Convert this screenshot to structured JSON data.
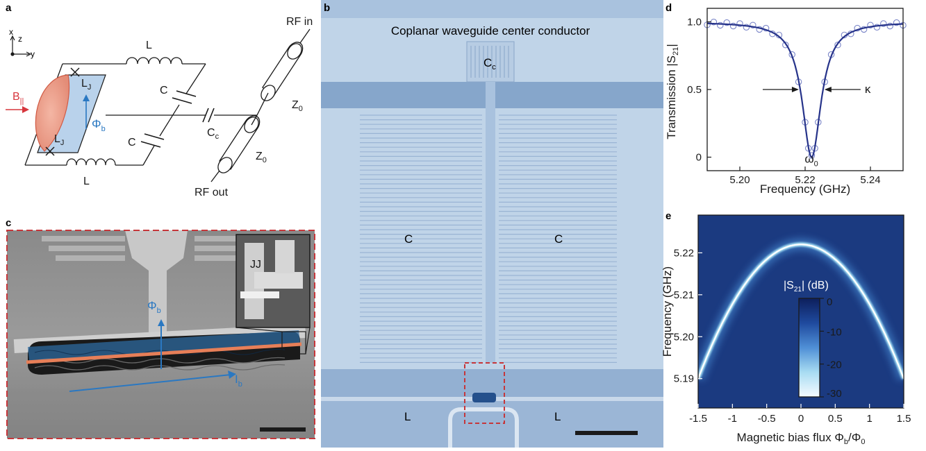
{
  "panels": {
    "a": {
      "label": "a",
      "axes": {
        "x": "x",
        "z": "z",
        "y": "y"
      },
      "B_field": "B",
      "B_sub": "||",
      "Lj_top": "L",
      "Lj_bottom": "L",
      "Lj_sub": "J",
      "flux": "Φ",
      "flux_sub": "b",
      "L_top": "L",
      "L_bottom": "L",
      "C_top": "C",
      "C_bottom": "C",
      "Cc": "C",
      "Cc_sub": "c",
      "Z0_top": "Z",
      "Z0_bottom": "Z",
      "Z0_sub": "0",
      "rf_in": "RF in",
      "rf_out": "RF out"
    },
    "b": {
      "label": "b",
      "title": "Coplanar waveguide center conductor",
      "Cc": "C",
      "Cc_sub": "c",
      "C_left": "C",
      "C_right": "C",
      "L_left": "L",
      "L_right": "L"
    },
    "c": {
      "label": "c",
      "jj": "JJ",
      "flux": "Φ",
      "flux_sub": "b",
      "current": "I",
      "current_sub": "b"
    },
    "d": {
      "label": "d"
    },
    "e": {
      "label": "e"
    }
  },
  "colors": {
    "blue_label": "#2a78c2",
    "red_field": "#d7363d",
    "fit_line": "#26338a",
    "data_marker": "#7b86c8",
    "heatmap_bg": "#1b3a80",
    "chip_blue": "#a9c2de",
    "chip_dark": "#7d9ec6"
  },
  "chart_data": [
    {
      "type": "line",
      "panel": "d",
      "ylabel": "Transmission |S21|",
      "ylabel_parts": {
        "main": "Transmission |S",
        "sub": "21",
        "end": "|"
      },
      "xlabel": "Frequency (GHz)",
      "xlim": [
        5.19,
        5.25
      ],
      "ylim": [
        -0.1,
        1.1
      ],
      "xticks": [
        "5.20",
        "5.22",
        "5.24"
      ],
      "xtick_values": [
        5.2,
        5.22,
        5.24
      ],
      "yticks": [
        "0",
        "0.5",
        "1.0"
      ],
      "ytick_values": [
        0,
        0.5,
        1.0
      ],
      "annotations": {
        "kappa": "κ",
        "omega": "ω",
        "omega_sub": "0"
      },
      "series": [
        {
          "kind": "fit",
          "center": 5.222,
          "half_width": 0.0035
        },
        {
          "kind": "measured",
          "x": [
            5.19,
            5.192,
            5.194,
            5.196,
            5.198,
            5.2,
            5.202,
            5.204,
            5.206,
            5.208,
            5.21,
            5.212,
            5.214,
            5.216,
            5.218,
            5.22,
            5.221,
            5.222,
            5.223,
            5.224,
            5.226,
            5.228,
            5.23,
            5.232,
            5.234,
            5.236,
            5.238,
            5.24,
            5.242,
            5.244,
            5.246,
            5.248,
            5.25
          ]
        }
      ]
    },
    {
      "type": "heatmap",
      "panel": "e",
      "xlabel": "Magnetic bias flux Φb/Φ0",
      "xlabel_parts": {
        "main": "Magnetic bias flux Φ",
        "sub1": "b",
        "mid": "/Φ",
        "sub2": "0"
      },
      "ylabel": "Frequency (GHz)",
      "xlim": [
        -1.5,
        1.5
      ],
      "ylim": [
        5.183,
        5.229
      ],
      "xticks": [
        "-1.5",
        "-1",
        "-0.5",
        "0",
        "0.5",
        "1",
        "1.5"
      ],
      "xtick_values": [
        -1.5,
        -1,
        -0.5,
        0,
        0.5,
        1,
        1.5
      ],
      "yticks": [
        "5.19",
        "5.20",
        "5.21",
        "5.22"
      ],
      "ytick_values": [
        5.19,
        5.2,
        5.21,
        5.22
      ],
      "colorbar": {
        "label_main": "|S",
        "label_sub": "21",
        "label_end": "| (dB)",
        "ticks": [
          "0",
          "-10",
          "-20",
          "-30"
        ],
        "tick_values": [
          0,
          -10,
          -20,
          -30
        ],
        "range": [
          0,
          -30
        ]
      },
      "resonance": {
        "f_max": 5.222,
        "f_at_edge": 5.19,
        "edge_flux": 1.5
      }
    }
  ]
}
